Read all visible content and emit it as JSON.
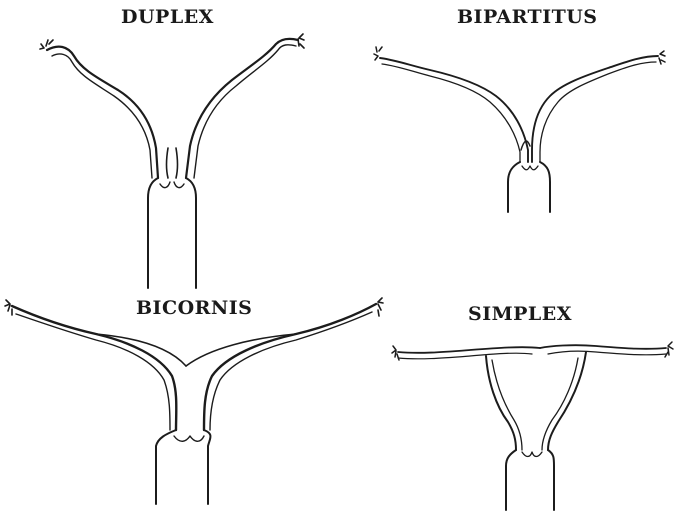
{
  "figures": [
    {
      "label": "DUPLEX"
    },
    {
      "label": "BIPARTITUS"
    },
    {
      "label": "BICORNIS"
    },
    {
      "label": "SIMPLEX"
    }
  ]
}
